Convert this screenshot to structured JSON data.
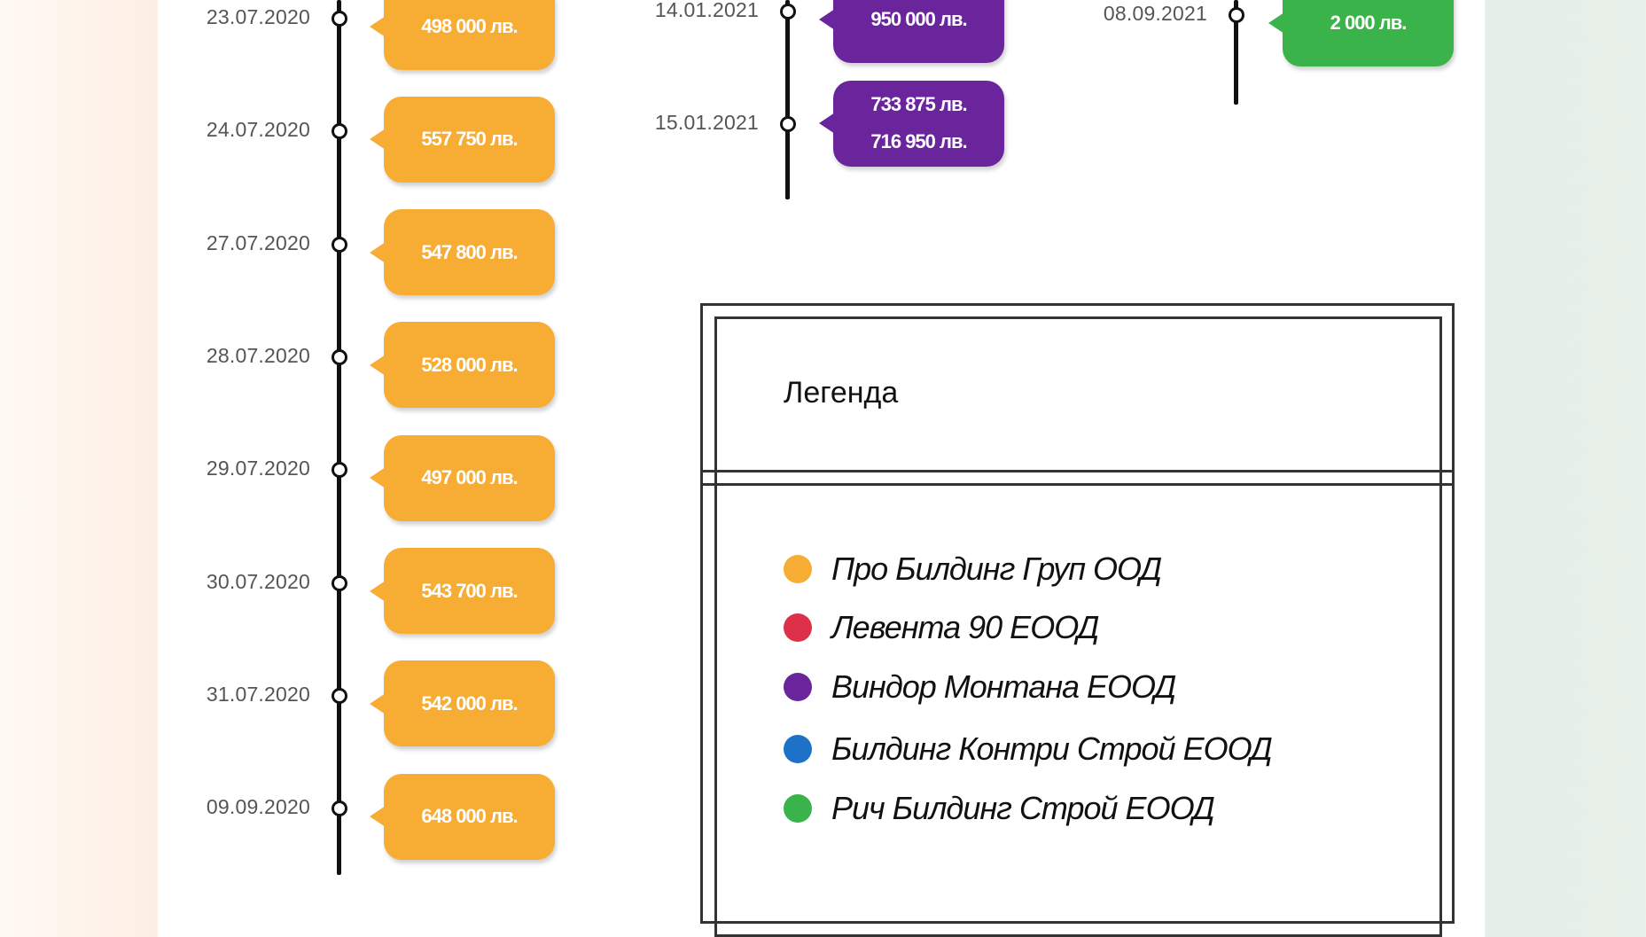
{
  "colors": {
    "pro_building": "#f7ac34",
    "leventa": "#dc3149",
    "vindor": "#6a259d",
    "building_country": "#1d72c8",
    "rich_building": "#3ab34a"
  },
  "timelines": [
    {
      "company": "pro_building",
      "entries": [
        {
          "date": "23.07.2020",
          "amounts": [
            "498 000 лв."
          ]
        },
        {
          "date": "24.07.2020",
          "amounts": [
            "557 750 лв."
          ]
        },
        {
          "date": "27.07.2020",
          "amounts": [
            "547 800 лв."
          ]
        },
        {
          "date": "28.07.2020",
          "amounts": [
            "528 000 лв."
          ]
        },
        {
          "date": "29.07.2020",
          "amounts": [
            "497 000 лв."
          ]
        },
        {
          "date": "30.07.2020",
          "amounts": [
            "543 700 лв."
          ]
        },
        {
          "date": "31.07.2020",
          "amounts": [
            "542 000 лв."
          ]
        },
        {
          "date": "09.09.2020",
          "amounts": [
            "648 000 лв."
          ]
        }
      ]
    },
    {
      "company": "vindor",
      "entries": [
        {
          "date": "14.01.2021",
          "amounts": [
            "950 000 лв."
          ]
        },
        {
          "date": "15.01.2021",
          "amounts": [
            "733 875 лв.",
            "716 950 лв."
          ]
        }
      ]
    },
    {
      "company": "rich_building",
      "entries": [
        {
          "date": "08.09.2021",
          "amounts": [
            "2 000 лв."
          ]
        }
      ]
    }
  ],
  "legend": {
    "title": "Легенда",
    "items": [
      {
        "label": "Про Билдинг Груп ООД",
        "color": "#f7ac34"
      },
      {
        "label": "Левента 90 ЕООД",
        "color": "#dc3149"
      },
      {
        "label": "Виндор Монтана ЕООД",
        "color": "#6a259d"
      },
      {
        "label": "Билдинг Контри Строй ЕООД",
        "color": "#1d72c8"
      },
      {
        "label": "Рич Билдинг Строй ЕООД",
        "color": "#3ab34a"
      }
    ]
  }
}
